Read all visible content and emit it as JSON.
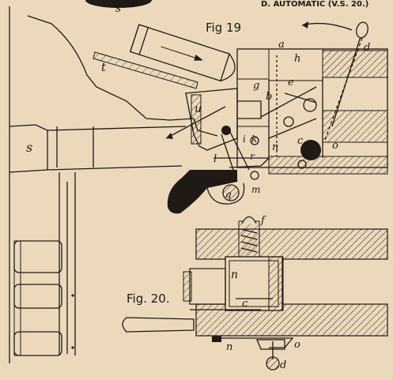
{
  "header": {
    "top_left_letter": "s",
    "top_right_text": "D. AUTOMATIC (V.S. 20.)"
  },
  "figures": [
    {
      "title": "Fig 19",
      "labels": {
        "t": "t",
        "s": "s",
        "u": "u",
        "a": "a",
        "h": "h",
        "d": "d",
        "g": "g",
        "b": "b",
        "e": "e",
        "l": "l",
        "k": "k",
        "i": "i",
        "r": "r",
        "n": "n",
        "c": "c",
        "o": "o",
        "q": "q",
        "m": "m"
      }
    },
    {
      "title": "Fig. 20.",
      "labels": {
        "f": "f",
        "n": "n",
        "c": "c",
        "o": "o",
        "d": "d",
        "n2": "n"
      }
    }
  ]
}
